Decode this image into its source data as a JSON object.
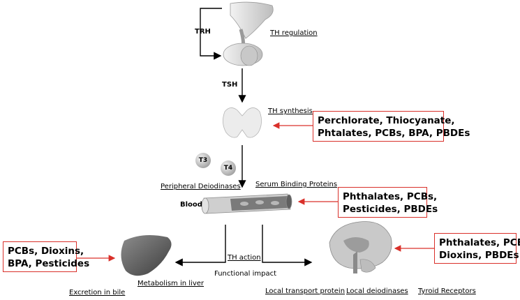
{
  "labels": {
    "trh": "TRH",
    "th_regulation": "TH regulation",
    "tsh": "TSH",
    "th_synthesis": "TH synthesis",
    "t3": "T3",
    "t4": "T4",
    "peripheral_deiodinases": "Peripheral Deiodinases",
    "serum_binding_proteins": "Serum Binding Proteins",
    "blood": "Blood",
    "th_action": "TH action",
    "functional_impact": "Functional impact",
    "excretion_in_bile": "Excretion in bile",
    "metabolism_in_liver": "Metabolism in liver",
    "local_transport_protein": "Local transport protein",
    "local_deiodinases": "Local deiodinases",
    "thyroid_receptors": "Tyroid Receptors"
  },
  "boxes": {
    "synthesis": [
      "Perchlorate, Thiocyanate,",
      "Phtalates, PCBs, BPA, PBDEs"
    ],
    "blood": [
      "Phthalates, PCBs,",
      "Pesticides, PBDEs"
    ],
    "liver": [
      "PCBs, Dioxins,",
      "BPA, Pesticides"
    ],
    "brain": [
      "Phthalates, PCBs,",
      "Dioxins, PBDEs"
    ]
  },
  "colors": {
    "inhibition_arrow": "#d9302a",
    "flow_arrow": "#000000"
  }
}
